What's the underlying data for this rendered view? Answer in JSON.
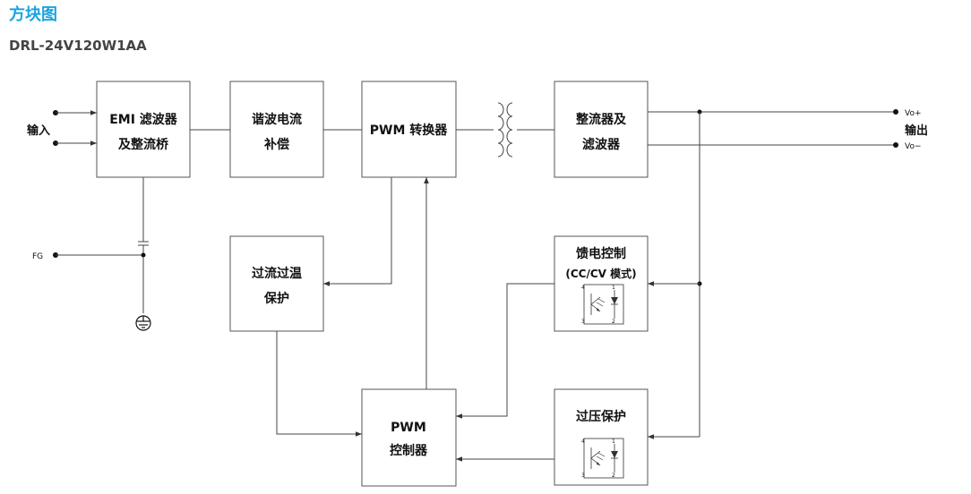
{
  "page": {
    "title": "方块图",
    "model": "DRL-24V120W1AA"
  },
  "blocks": {
    "emi": {
      "line1": "EMI 滤波器",
      "line2": "及整流桥"
    },
    "harmonic": {
      "line1": "谐波电流",
      "line2": "补偿"
    },
    "pwm_converter": {
      "line1": "PWM 转换器"
    },
    "rectifier": {
      "line1": "整流器及",
      "line2": "滤波器"
    },
    "ocp_otp": {
      "line1": "过流过温",
      "line2": "保护"
    },
    "feedback": {
      "line1": "馈电控制",
      "line2": "(CC/CV 模式)"
    },
    "pwm_controller": {
      "line1": "PWM",
      "line2": "控制器"
    },
    "ovp": {
      "line1": "过压保护"
    }
  },
  "terminals": {
    "input_label": "输入",
    "output_label": "输出",
    "vo_plus": "Vo+",
    "vo_minus": "Vo−",
    "fg": "FG"
  },
  "optocoupler_pins": {
    "p1": "1",
    "p2": "2",
    "p3": "3",
    "p4": "4"
  }
}
